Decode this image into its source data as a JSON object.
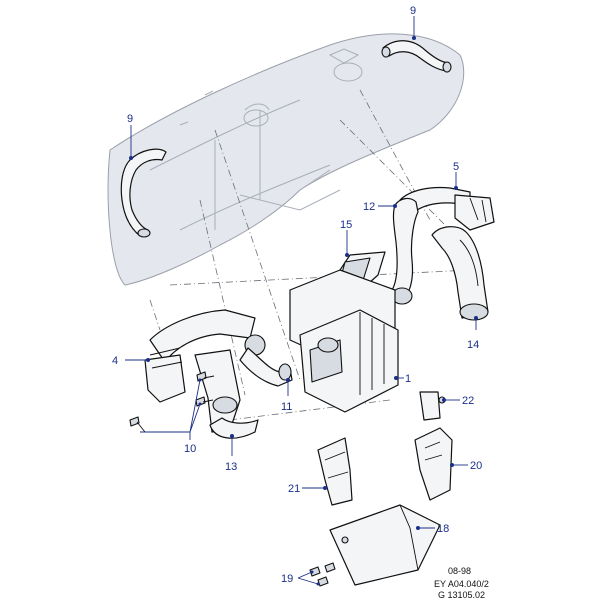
{
  "callouts": {
    "c1": "1",
    "c4": "4",
    "c5": "5",
    "c9a": "9",
    "c9b": "9",
    "c10": "10",
    "c11": "11",
    "c12": "12",
    "c13": "13",
    "c14": "14",
    "c15": "15",
    "c18": "18",
    "c19": "19",
    "c20": "20",
    "c21": "21",
    "c22": "22"
  },
  "footer": {
    "date": "08-98",
    "ref1": "EY A04.040/2",
    "ref2": "G 13105.02"
  },
  "colors": {
    "callout": "#1a2f8a",
    "ghost_body": "#e4e7ed",
    "part_outline": "#111111"
  }
}
